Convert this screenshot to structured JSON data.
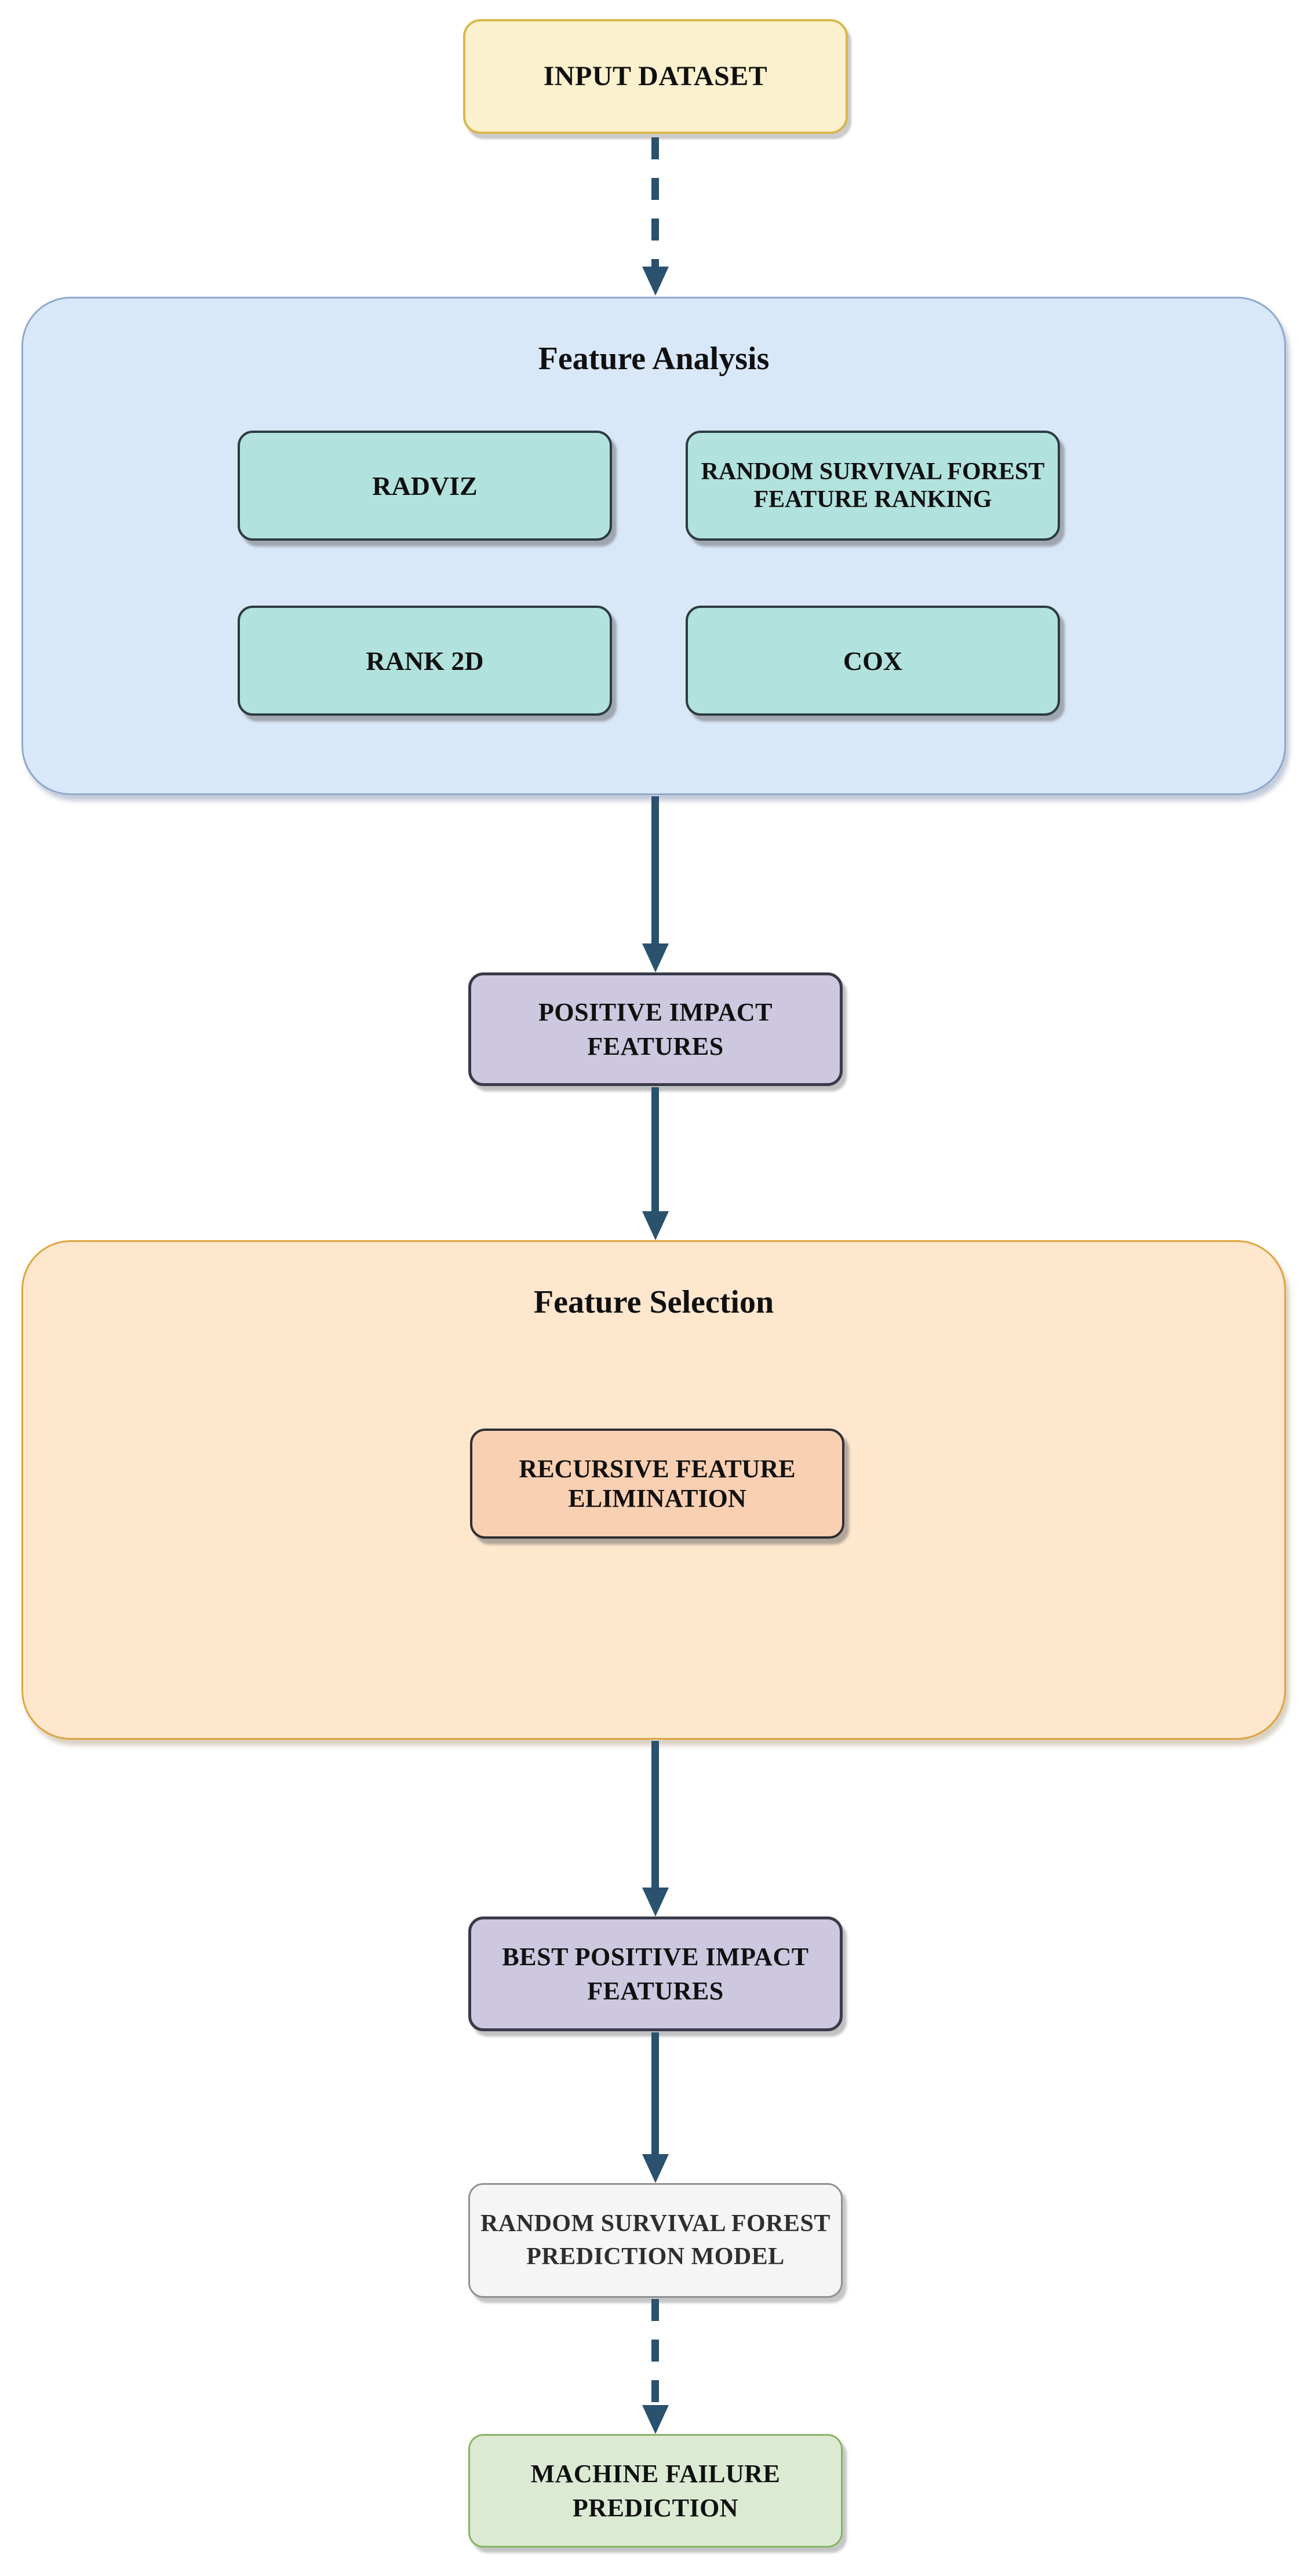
{
  "colors": {
    "arrow": "#2A516D",
    "input_fill": "#FCF1CE",
    "input_border": "#D9B84C",
    "analysis_container_fill": "#D9E8F9",
    "analysis_container_border": "#8FA9CD",
    "method_fill": "#B2E2DD",
    "method_border": "#2E3B40",
    "impact_fill": "#CDC8DF",
    "impact_border": "#3A3A4A",
    "selection_container_fill": "#FEE7CD",
    "selection_container_border": "#E0A43E",
    "rfe_fill": "#FAD0B2",
    "model_fill": "#F5F5F5",
    "model_border": "#909090",
    "prediction_fill": "#DCEAD3",
    "prediction_border": "#85B562"
  },
  "nodes": {
    "input_dataset": {
      "label": "INPUT DATASET"
    },
    "feature_analysis": {
      "title": "Feature Analysis",
      "methods": {
        "radviz": {
          "label": "RADVIZ"
        },
        "rsf_feature_ranking": {
          "label": "RANDOM SURVIVAL FOREST\nFEATURE RANKING"
        },
        "rank_2d": {
          "label": "RANK 2D"
        },
        "cox": {
          "label": "COX"
        }
      }
    },
    "positive_impact_features": {
      "label": "POSITIVE IMPACT\nFEATURES"
    },
    "feature_selection": {
      "title": "Feature Selection",
      "methods": {
        "recursive_feature_elimination": {
          "label": "RECURSIVE FEATURE\nELIMINATION"
        }
      }
    },
    "best_positive_impact_features": {
      "label": "BEST POSITIVE IMPACT\nFEATURES"
    },
    "rsf_prediction_model": {
      "label": "RANDOM SURVIVAL FOREST\nPREDICTION MODEL"
    },
    "machine_failure_prediction": {
      "label": "MACHINE FAILURE\nPREDICTION"
    }
  }
}
